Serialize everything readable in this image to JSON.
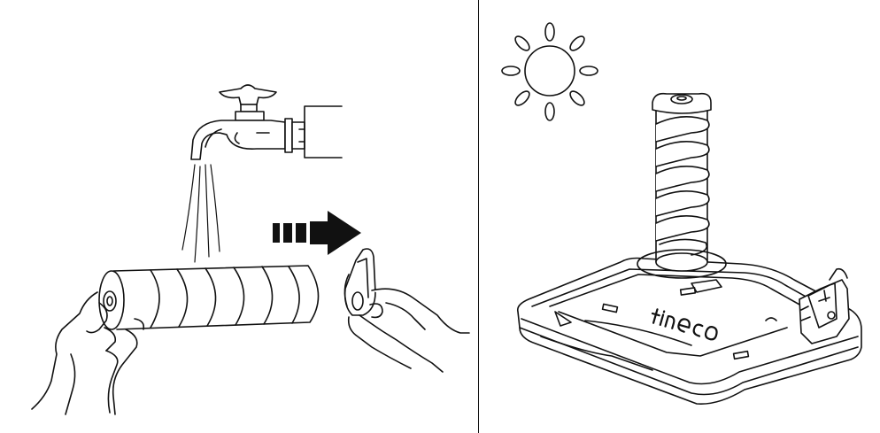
{
  "illustration": {
    "left_panel": {
      "scene": "washing-roller-brush",
      "elements": [
        "water-tap",
        "water-stream",
        "roller-brush",
        "end-cap",
        "direction-arrow",
        "hands"
      ]
    },
    "right_panel": {
      "scene": "drying-roller-brush",
      "elements": [
        "sun-icon",
        "roller-brush-upright",
        "base-station"
      ],
      "brand_logo": "tineco"
    },
    "colors": {
      "line": "#111111",
      "background": "#ffffff"
    }
  }
}
